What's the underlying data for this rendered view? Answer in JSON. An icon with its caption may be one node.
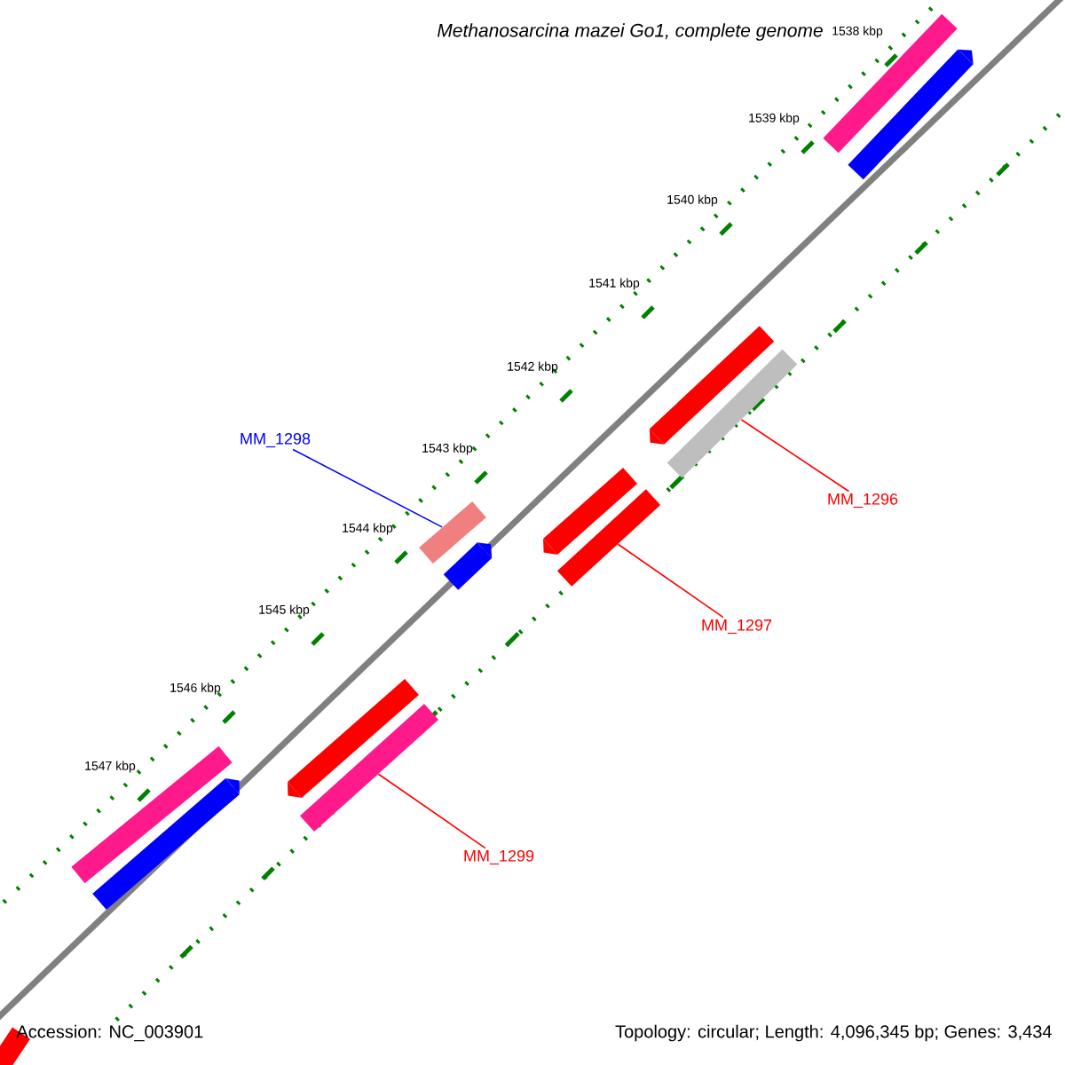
{
  "diagram": {
    "title": "Methanosarcina mazei Go1, complete genome",
    "nodes": [
      {
        "text": [],
        "shape": "bar"
      },
      {
        "text": [],
        "shape": "bar"
      },
      {
        "text": [],
        "shape": "bar"
      },
      {
        "text": [],
        "shape": "bar"
      },
      {
        "text": [
          "MM_1296"
        ]
      },
      {
        "text": [
          "MM_1298"
        ]
      },
      {
        "text": [],
        "shape": "bar"
      },
      {
        "text": [],
        "shape": "bar"
      },
      {
        "text": [],
        "shape": "bar"
      },
      {
        "text": [],
        "shape": "bar"
      },
      {
        "text": [
          "MM_1297"
        ]
      },
      {
        "text": [],
        "shape": "bar"
      },
      {
        "text": [],
        "shape": "bar"
      },
      {
        "text": [],
        "shape": "bar"
      },
      {
        "text": [
          "MM_1299"
        ]
      },
      {
        "text": [],
        "shape": "bar"
      },
      {
        "text": [],
        "shape": "bar"
      }
    ],
    "edges": [
      {
        "from": 5,
        "to": 6,
        "arrow": "none",
        "color": "#0000ff"
      },
      {
        "from": 4,
        "to": 3,
        "arrow": "none",
        "color": "#ff0000"
      },
      {
        "from": 10,
        "to": 8,
        "arrow": "none",
        "color": "#ff0000"
      },
      {
        "from": 14,
        "to": 12,
        "arrow": "none",
        "color": "#ff0000"
      }
    ],
    "labels": [
      "1538 kbp",
      "1539 kbp",
      "1540 kbp",
      "1541 kbp",
      "1542 kbp",
      "1543 kbp",
      "1544 kbp",
      "1545 kbp",
      "1546 kbp",
      "1547 kbp",
      "Accession: NC_003901",
      "Topology: circular; Length: 4,096,345 bp; Genes: 3,434"
    ]
  }
}
